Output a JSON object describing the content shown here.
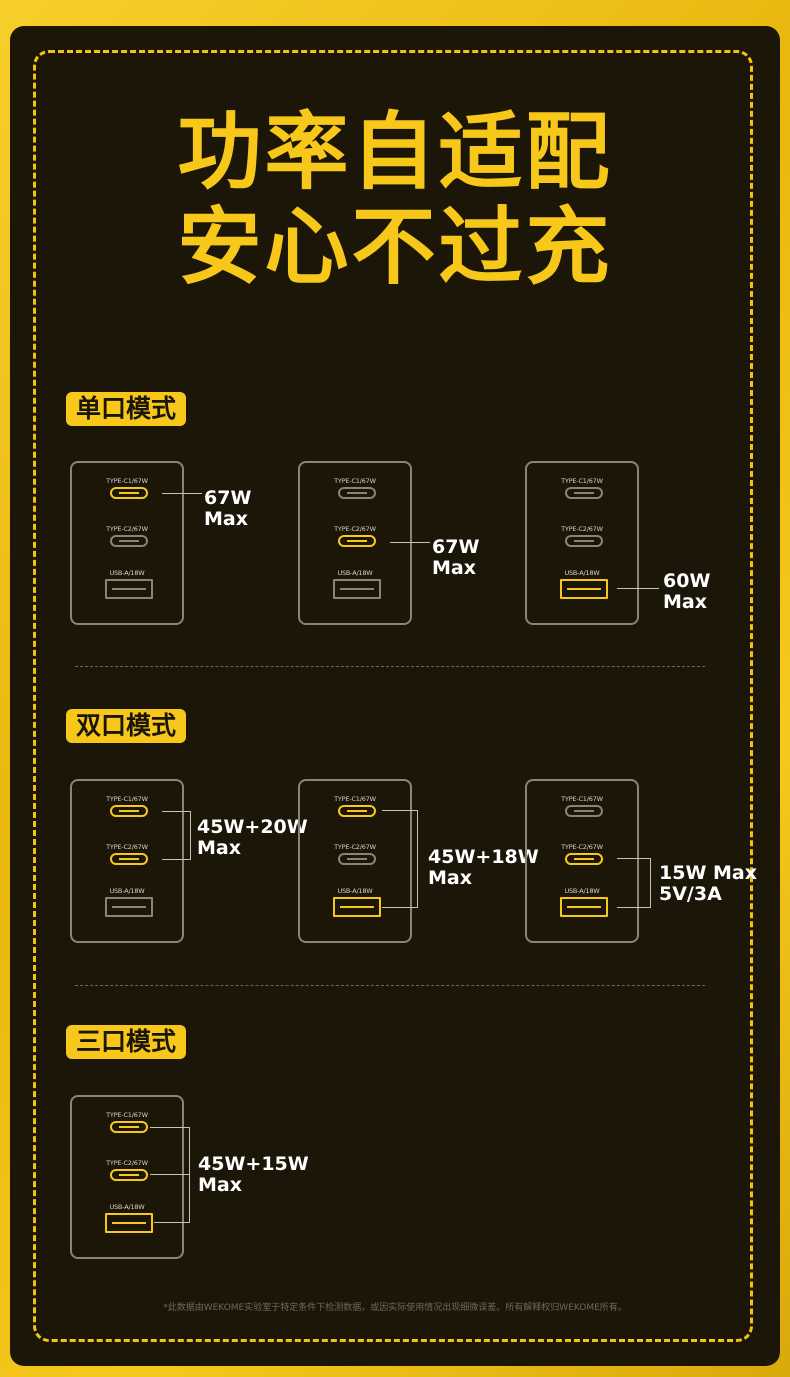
{
  "headline": {
    "line1": "功率自适配",
    "line2": "安心不过充"
  },
  "port_labels": {
    "c1": "TYPE-C1/67W",
    "c2": "TYPE-C2/67W",
    "a": "USB-A/18W"
  },
  "colors": {
    "accent": "#f7c81a",
    "background": "#1b1608",
    "inactive_port": "#8c8470"
  },
  "sections": {
    "single": {
      "title": "单口模式",
      "items": [
        {
          "active": [
            "c1"
          ],
          "power_line1": "67W",
          "power_line2": "Max"
        },
        {
          "active": [
            "c2"
          ],
          "power_line1": "67W",
          "power_line2": "Max"
        },
        {
          "active": [
            "a"
          ],
          "power_line1": "60W",
          "power_line2": "Max"
        }
      ]
    },
    "dual": {
      "title": "双口模式",
      "items": [
        {
          "active": [
            "c1",
            "c2"
          ],
          "power_line1": "45W+20W",
          "power_line2": "Max"
        },
        {
          "active": [
            "c1",
            "a"
          ],
          "power_line1": "45W+18W",
          "power_line2": "Max"
        },
        {
          "active": [
            "c2",
            "a"
          ],
          "power_line1": "15W Max",
          "power_line2": "5V/3A"
        }
      ]
    },
    "triple": {
      "title": "三口模式",
      "items": [
        {
          "active": [
            "c1",
            "c2",
            "a"
          ],
          "power_line1": "45W+15W",
          "power_line2": "Max"
        }
      ]
    }
  },
  "footnote": "*此数据由WEKOME实验室于特定条件下检测数据，或因实际使用情况出现细微误差。所有解释权归WEKOME所有。"
}
